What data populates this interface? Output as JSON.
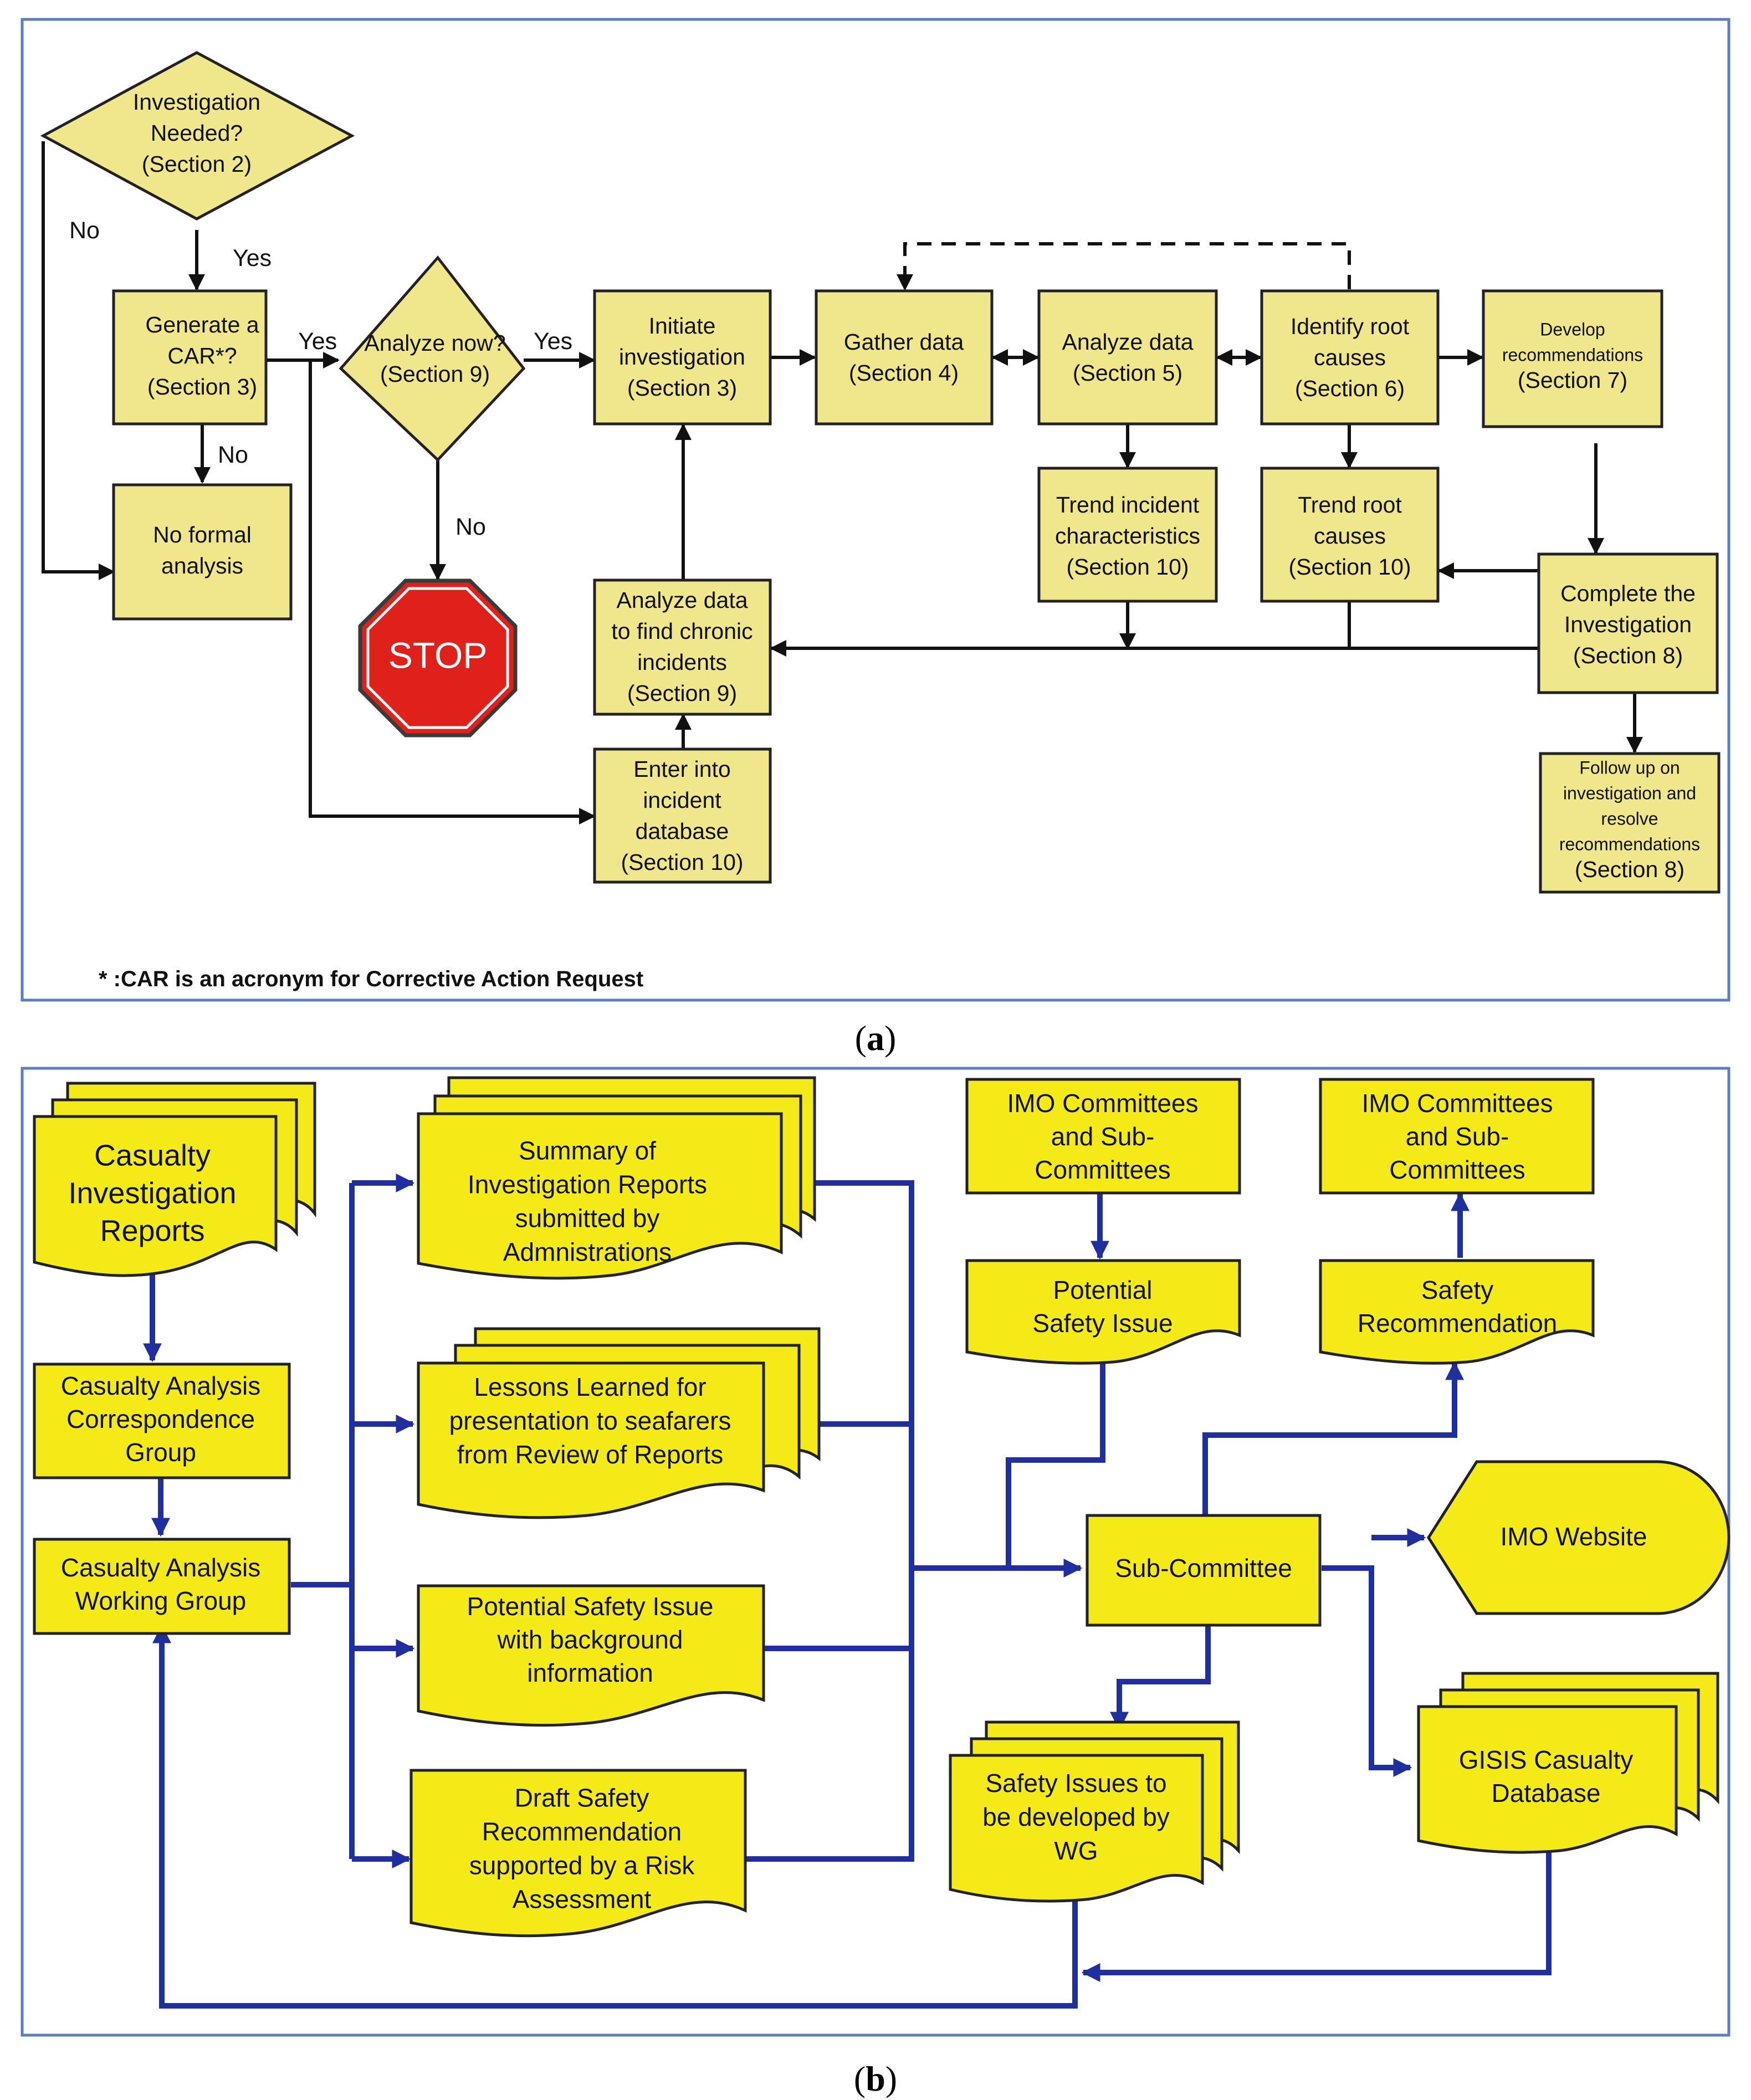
{
  "panel_a": {
    "nodes": {
      "investigation_needed": [
        "Investigation",
        "Needed?",
        "(Section 2)"
      ],
      "generate_car": [
        "Generate a",
        "CAR*?",
        "(Section 3)"
      ],
      "no_formal_analysis": [
        "No formal",
        "analysis"
      ],
      "analyze_now": [
        "Analyze now?",
        "(Section 9)"
      ],
      "stop": "STOP",
      "initiate_investigation": [
        "Initiate",
        "investigation",
        "(Section 3)"
      ],
      "gather_data": [
        "Gather data",
        "(Section 4)"
      ],
      "analyze_data": [
        "Analyze data",
        "(Section 5)"
      ],
      "identify_root_causes": [
        "Identify root",
        "causes",
        "(Section 6)"
      ],
      "develop_recommendations": [
        "Develop",
        "recommendations",
        "(Section 7)"
      ],
      "trend_incident_characteristics": [
        "Trend incident",
        "characteristics",
        "(Section 10)"
      ],
      "trend_root_causes": [
        "Trend root",
        "causes",
        "(Section 10)"
      ],
      "complete_investigation": [
        "Complete the",
        "Investigation",
        "(Section 8)"
      ],
      "analyze_chronic": [
        "Analyze data",
        "to find chronic",
        "incidents",
        "(Section 9)"
      ],
      "enter_database": [
        "Enter into",
        "incident",
        "database",
        "(Section 10)"
      ],
      "follow_up": [
        "Follow up on",
        "investigation and",
        "resolve",
        "recommendations",
        "(Section 8)"
      ]
    },
    "edge_labels": {
      "no_left": "No",
      "yes_generate": "Yes",
      "no_generate": "No",
      "yes_analyze_now": "Yes",
      "yes_initiate": "Yes",
      "no_stop": "No"
    },
    "footnote": "* :CAR is an acronym for Corrective Action Request",
    "caption_open": "(",
    "caption_letter": "a",
    "caption_close": ")"
  },
  "panel_b": {
    "nodes": {
      "casualty_reports": [
        "Casualty",
        "Investigation",
        "Reports"
      ],
      "correspondence_group": [
        "Casualty Analysis",
        "Correspondence",
        "Group"
      ],
      "working_group": [
        "Casualty Analysis",
        "Working Group"
      ],
      "summary_reports": [
        "Summary  of",
        "Investigation Reports",
        "submitted by",
        "Admnistrations"
      ],
      "lessons_learned": [
        "Lessons Learned for",
        "presentation to seafarers",
        "from Review of Reports"
      ],
      "potential_issue_background": [
        "Potential Safety Issue",
        "with background",
        "information"
      ],
      "draft_recommendation": [
        "Draft Safety",
        "Recommendation",
        "supported by a Risk",
        "Assessment"
      ],
      "imo_committees_left": [
        "IMO Committees",
        "and Sub-",
        "Committees"
      ],
      "potential_safety_issue": [
        "Potential",
        "Safety Issue"
      ],
      "imo_committees_right": [
        "IMO Committees",
        "and Sub-",
        "Committees"
      ],
      "safety_recommendation": [
        "Safety",
        "Recommendation"
      ],
      "sub_committee": "Sub-Committee",
      "imo_website": "IMO Website",
      "safety_issues_wg": [
        "Safety Issues to",
        "be developed by",
        "WG"
      ],
      "gisis_database": [
        "GISIS Casualty",
        "Database"
      ]
    },
    "caption_open": "(",
    "caption_letter": "b",
    "caption_close": ")"
  },
  "colors": {
    "panel_a_fill": "#f0e68c",
    "panel_b_fill": "#f3ea18",
    "panel_b_connector": "#1f2fa0",
    "frame": "#5b7ec2",
    "stop_sign": "#e0201b"
  }
}
